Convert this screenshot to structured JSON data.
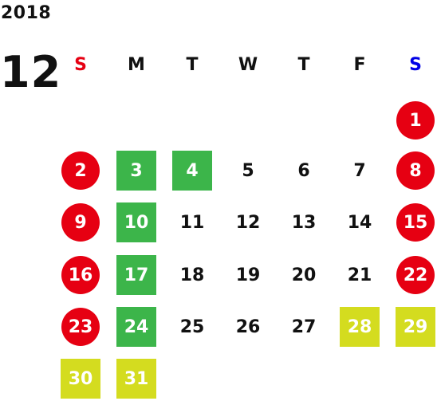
{
  "calendar": {
    "year": "2018",
    "month": "12",
    "weekdays": [
      {
        "label": "S",
        "color": "#e60012"
      },
      {
        "label": "M",
        "color": "#111111"
      },
      {
        "label": "T",
        "color": "#111111"
      },
      {
        "label": "W",
        "color": "#111111"
      },
      {
        "label": "T",
        "color": "#111111"
      },
      {
        "label": "F",
        "color": "#111111"
      },
      {
        "label": "S",
        "color": "#0000e6"
      }
    ],
    "days": [
      {
        "label": "1",
        "style": "holiday"
      },
      {
        "label": "2",
        "style": "holiday"
      },
      {
        "label": "3",
        "style": "weekday-off"
      },
      {
        "label": "4",
        "style": "weekday-off"
      },
      {
        "label": "5",
        "style": "normal"
      },
      {
        "label": "6",
        "style": "normal"
      },
      {
        "label": "7",
        "style": "normal"
      },
      {
        "label": "8",
        "style": "holiday"
      },
      {
        "label": "9",
        "style": "holiday"
      },
      {
        "label": "10",
        "style": "weekday-off"
      },
      {
        "label": "11",
        "style": "normal"
      },
      {
        "label": "12",
        "style": "normal"
      },
      {
        "label": "13",
        "style": "normal"
      },
      {
        "label": "14",
        "style": "normal"
      },
      {
        "label": "15",
        "style": "holiday"
      },
      {
        "label": "16",
        "style": "holiday"
      },
      {
        "label": "17",
        "style": "weekday-off"
      },
      {
        "label": "18",
        "style": "normal"
      },
      {
        "label": "19",
        "style": "normal"
      },
      {
        "label": "20",
        "style": "normal"
      },
      {
        "label": "21",
        "style": "normal"
      },
      {
        "label": "22",
        "style": "holiday"
      },
      {
        "label": "23",
        "style": "holiday"
      },
      {
        "label": "24",
        "style": "weekday-off"
      },
      {
        "label": "25",
        "style": "normal"
      },
      {
        "label": "26",
        "style": "normal"
      },
      {
        "label": "27",
        "style": "normal"
      },
      {
        "label": "28",
        "style": "special"
      },
      {
        "label": "29",
        "style": "special"
      },
      {
        "label": "30",
        "style": "special"
      },
      {
        "label": "31",
        "style": "special"
      }
    ],
    "colors": {
      "holiday": "#e60012",
      "weekday-off": "#3cb54a",
      "special": "#d4dc1f",
      "normal": "#111111"
    }
  }
}
